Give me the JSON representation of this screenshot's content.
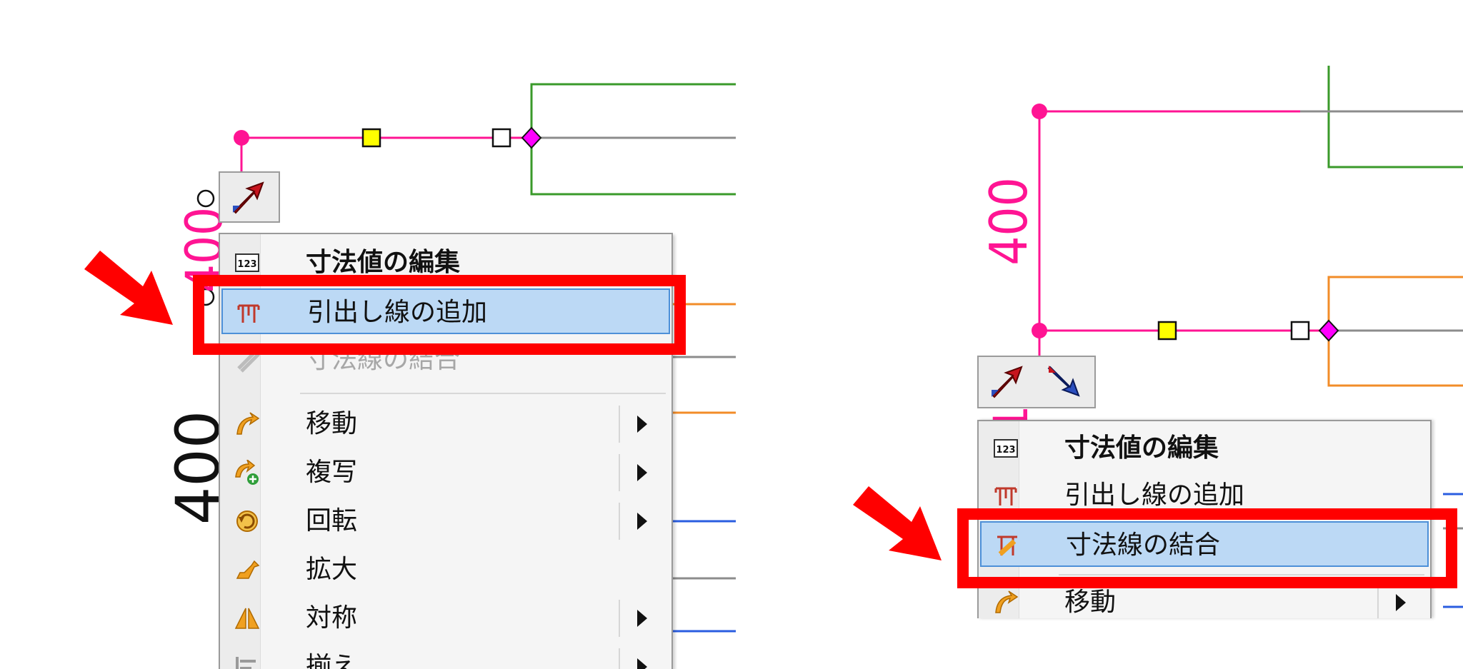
{
  "colors": {
    "dimension_line": "#ff1493",
    "handle_yellow": "#ffff00",
    "handle_magenta": "#ff00ff",
    "green_line": "#3a9a2a",
    "orange_line": "#f28c28",
    "blue_line": "#2a5de0",
    "grey_line": "#8c8c8c",
    "highlight_fill": "#bcd9f5",
    "highlight_border": "#4d90d8",
    "annotation_red": "#ff0000"
  },
  "left": {
    "dim_text_top": "400",
    "dim_text_bottom": "400",
    "toolbar": [
      {
        "icon": "arrow-up-right-icon"
      }
    ],
    "menu": [
      {
        "icon": "numeric-123-icon",
        "label": "寸法値の編集",
        "bold": true
      },
      {
        "icon": "leader-line-icon",
        "label": "引出し線の追加",
        "highlighted": true
      },
      {
        "icon": "dimension-join-icon",
        "label": "寸法線の結合",
        "disabled": true
      },
      {
        "icon": "move-icon",
        "label": "移動",
        "submenu": true
      },
      {
        "icon": "copy-icon",
        "label": "複写",
        "submenu": true
      },
      {
        "icon": "rotate-icon",
        "label": "回転",
        "submenu": true
      },
      {
        "icon": "scale-icon",
        "label": "拡大"
      },
      {
        "icon": "mirror-icon",
        "label": "対称",
        "submenu": true
      },
      {
        "icon": "align-icon",
        "label": "揃え",
        "submenu": true
      }
    ]
  },
  "right": {
    "dim_text": "400",
    "dim_text_partial": "1",
    "toolbar": [
      {
        "icon": "arrow-up-right-icon"
      },
      {
        "icon": "arrow-down-right-icon"
      }
    ],
    "menu": [
      {
        "icon": "numeric-123-icon",
        "label": "寸法値の編集",
        "bold": true
      },
      {
        "icon": "leader-line-icon",
        "label": "引出し線の追加"
      },
      {
        "icon": "dimension-join-icon",
        "label": "寸法線の結合",
        "highlighted": true
      },
      {
        "icon": "move-icon",
        "label": "移動",
        "submenu": true
      }
    ]
  }
}
